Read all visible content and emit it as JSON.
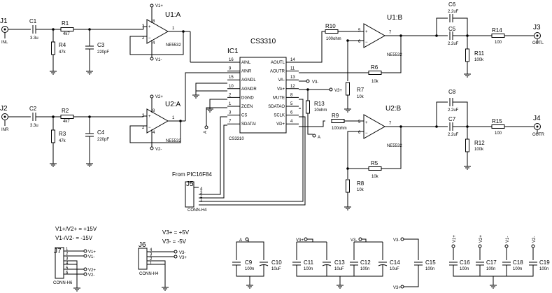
{
  "ic1": {
    "ref": "IC1",
    "name": "CS3310",
    "left_pins": [
      {
        "num": "16",
        "name": "AINL"
      },
      {
        "num": "9",
        "name": "AINR"
      },
      {
        "num": "15",
        "name": "AGNDL"
      },
      {
        "num": "10",
        "name": "AGNDR"
      },
      {
        "num": "2",
        "name": "DGND"
      },
      {
        "num": "1",
        "name": "ZCEN"
      },
      {
        "num": "3",
        "name": "CS"
      },
      {
        "num": "7",
        "name": "SDATAI"
      }
    ],
    "right_pins": [
      {
        "num": "14",
        "name": "AOUTL"
      },
      {
        "num": "11",
        "name": "AOUTR"
      },
      {
        "num": "13",
        "name": "VA-"
      },
      {
        "num": "12",
        "name": "VA+"
      },
      {
        "num": "8",
        "name": "MUTE"
      },
      {
        "num": "5",
        "name": "SDATAO"
      },
      {
        "num": "6",
        "name": "SCLK"
      },
      {
        "num": "4",
        "name": "VD+"
      }
    ]
  },
  "connectors": {
    "j1": {
      "ref": "J1",
      "label": "INL"
    },
    "j2": {
      "ref": "J2",
      "label": "INR"
    },
    "j3": {
      "ref": "J3",
      "label": "OUTL"
    },
    "j4": {
      "ref": "J4",
      "label": "OUTR"
    },
    "j5": {
      "ref": "J5",
      "note": "From PIC16F84",
      "type": "CONN-H4",
      "pins": [
        "4",
        "3",
        "2",
        "1"
      ]
    },
    "j6": {
      "ref": "J6",
      "type": "CONN-H4",
      "pins": [
        "4",
        "3",
        "2",
        "1"
      ],
      "nets": [
        "V3-",
        "V3+"
      ]
    },
    "j7": {
      "ref": "J7",
      "type": "CONN-H6",
      "pins": [
        "1",
        "2",
        "3",
        "4",
        "5",
        "6"
      ],
      "nets": [
        "V1+",
        "V1-",
        "V2+",
        "V2-"
      ]
    }
  },
  "opamps": {
    "u1a": {
      "ref": "U1:A",
      "part": "NE5532",
      "pins": {
        "in_minus": "2",
        "in_plus": "3",
        "out": "1",
        "vplus": "8",
        "vminus": "4"
      },
      "supply_plus": "V1+",
      "supply_minus": "V1-"
    },
    "u2a": {
      "ref": "U2:A",
      "part": "NE5532",
      "pins": {
        "in_minus": "2",
        "in_plus": "3",
        "out": "1",
        "vplus": "8",
        "vminus": "4"
      },
      "supply_plus": "V2+",
      "supply_minus": "V2-"
    },
    "u1b": {
      "ref": "U1:B",
      "part": "NE5532",
      "pins": {
        "in_plus": "5",
        "in_minus": "6",
        "out": "7"
      }
    },
    "u2b": {
      "ref": "U2:B",
      "part": "NE5532",
      "pins": {
        "in_plus": "5",
        "in_minus": "6",
        "out": "7"
      }
    }
  },
  "parts": {
    "c1": {
      "ref": "C1",
      "value": "3.3u"
    },
    "c2": {
      "ref": "C2",
      "value": "3.3u"
    },
    "r1": {
      "ref": "R1",
      "value": "4k7"
    },
    "r2": {
      "ref": "R2",
      "value": "4k7"
    },
    "r3": {
      "ref": "R3",
      "value": "47k"
    },
    "r4": {
      "ref": "R4",
      "value": "47k"
    },
    "c3": {
      "ref": "C3",
      "value": "220pF"
    },
    "c4": {
      "ref": "C4",
      "value": "220pF"
    },
    "r5": {
      "ref": "R5",
      "value": "10k"
    },
    "r6": {
      "ref": "R6",
      "value": "10k"
    },
    "r7": {
      "ref": "R7",
      "value": "10k"
    },
    "r8": {
      "ref": "R8",
      "value": "10k"
    },
    "r9": {
      "ref": "R9",
      "value": "100ohm"
    },
    "r10": {
      "ref": "R10",
      "value": "100ohm"
    },
    "r11": {
      "ref": "R11",
      "value": "100k"
    },
    "r12": {
      "ref": "R12",
      "value": "100k"
    },
    "r13": {
      "ref": "R13",
      "value": "10ohm"
    },
    "r14": {
      "ref": "R14",
      "value": "100"
    },
    "r15": {
      "ref": "R15",
      "value": "100"
    },
    "c5": {
      "ref": "C5",
      "value": "2.2uF"
    },
    "c6": {
      "ref": "C6",
      "value": "2.2uF"
    },
    "c7": {
      "ref": "C7",
      "value": "2.2uF"
    },
    "c8": {
      "ref": "C8",
      "value": "2.2uF"
    },
    "c9": {
      "ref": "C9",
      "value": "100n"
    },
    "c10": {
      "ref": "C10",
      "value": "10uF"
    },
    "c11": {
      "ref": "C11",
      "value": "100n"
    },
    "c13": {
      "ref": "C13",
      "value": "10uF"
    },
    "c12": {
      "ref": "C12",
      "value": "100n"
    },
    "c14": {
      "ref": "C14",
      "value": "10uF"
    },
    "c15": {
      "ref": "C15",
      "value": "100n"
    },
    "c16": {
      "ref": "C16",
      "value": "100n"
    },
    "c17": {
      "ref": "C17",
      "value": "100n"
    },
    "c18": {
      "ref": "C18",
      "value": "100n"
    },
    "c19": {
      "ref": "C19",
      "value": "100n"
    }
  },
  "nets": {
    "v1p": "V1+",
    "v1m": "V1-",
    "v2p": "V2+",
    "v2m": "V2-",
    "v3p": "V3+",
    "v3m": "V3-",
    "a": "A"
  },
  "supply_notes": {
    "line1": "V1+/V2+ = +15V",
    "line2": "V1-/V2- = -15V",
    "line3": "V3+ = +5V",
    "line4": "V3- = -5V"
  }
}
